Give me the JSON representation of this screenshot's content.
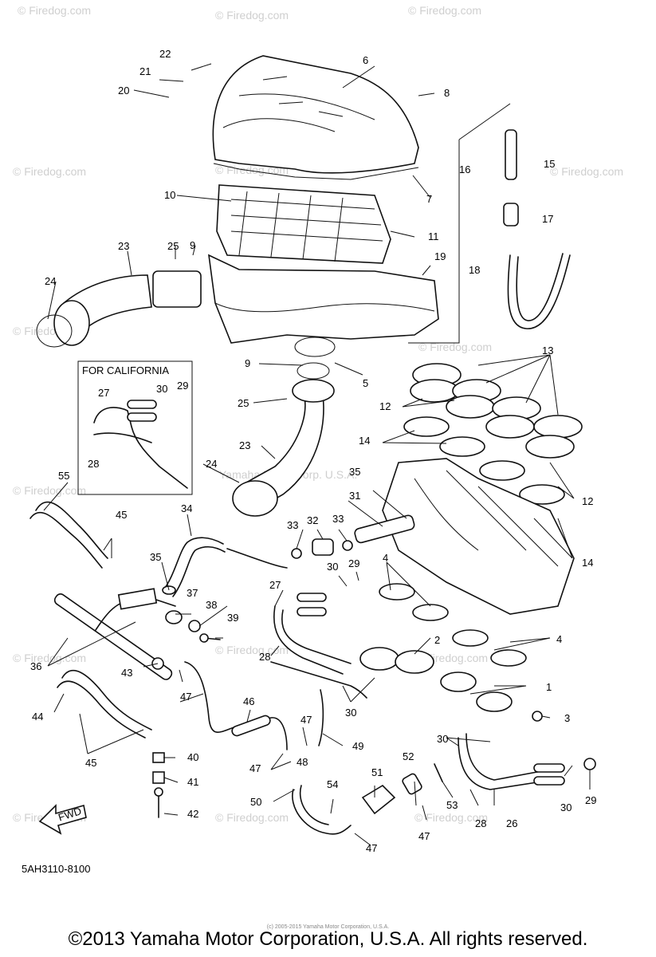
{
  "watermarks": [
    "© Firedog.com",
    "Yamaha Motor Corp. U.S.A."
  ],
  "inset_title": "FOR CALIFORNIA",
  "diagram_code": "5AH3110-8100",
  "fwd_label": "FWD",
  "footer": "©2013 Yamaha Motor Corporation, U.S.A. All rights reserved.",
  "tiny_copyright": "(c) 2005-2015 Yamaha Motor Corporation, U.S.A.",
  "callouts": [
    "1",
    "2",
    "3",
    "4",
    "5",
    "6",
    "7",
    "8",
    "9",
    "10",
    "11",
    "12",
    "13",
    "14",
    "15",
    "16",
    "17",
    "18",
    "19",
    "20",
    "21",
    "22",
    "23",
    "24",
    "25",
    "26",
    "27",
    "28",
    "29",
    "30",
    "31",
    "32",
    "33",
    "34",
    "35",
    "36",
    "37",
    "38",
    "39",
    "40",
    "41",
    "42",
    "43",
    "44",
    "45",
    "46",
    "47",
    "48",
    "49",
    "50",
    "51",
    "52",
    "53",
    "54",
    "55"
  ]
}
